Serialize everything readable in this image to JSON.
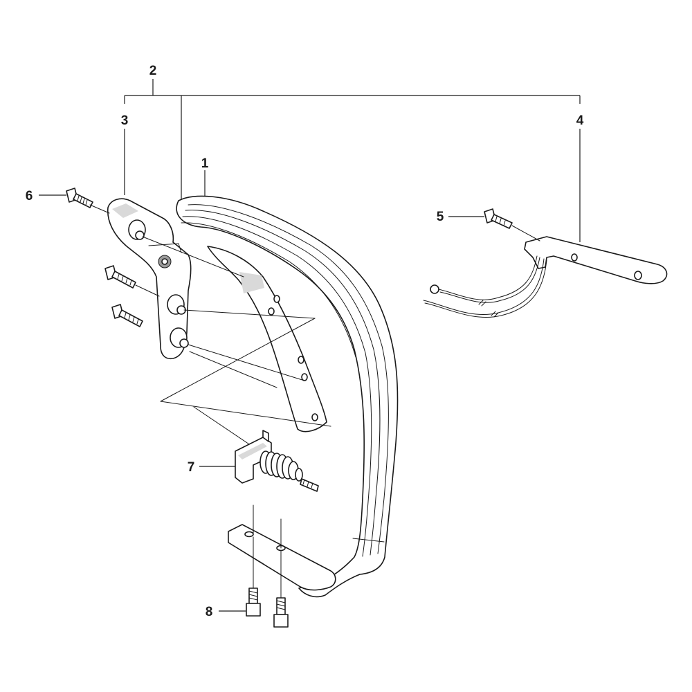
{
  "diagram": {
    "callouts": [
      {
        "id": "1",
        "label": "1"
      },
      {
        "id": "2",
        "label": "2"
      },
      {
        "id": "3",
        "label": "3"
      },
      {
        "id": "4",
        "label": "4"
      },
      {
        "id": "5",
        "label": "5"
      },
      {
        "id": "6",
        "label": "6"
      },
      {
        "id": "7",
        "label": "7"
      },
      {
        "id": "8",
        "label": "8"
      }
    ],
    "colors": {
      "ink": "#1a1a1a",
      "background": "#ffffff",
      "shading": "#d9d9d9"
    }
  }
}
